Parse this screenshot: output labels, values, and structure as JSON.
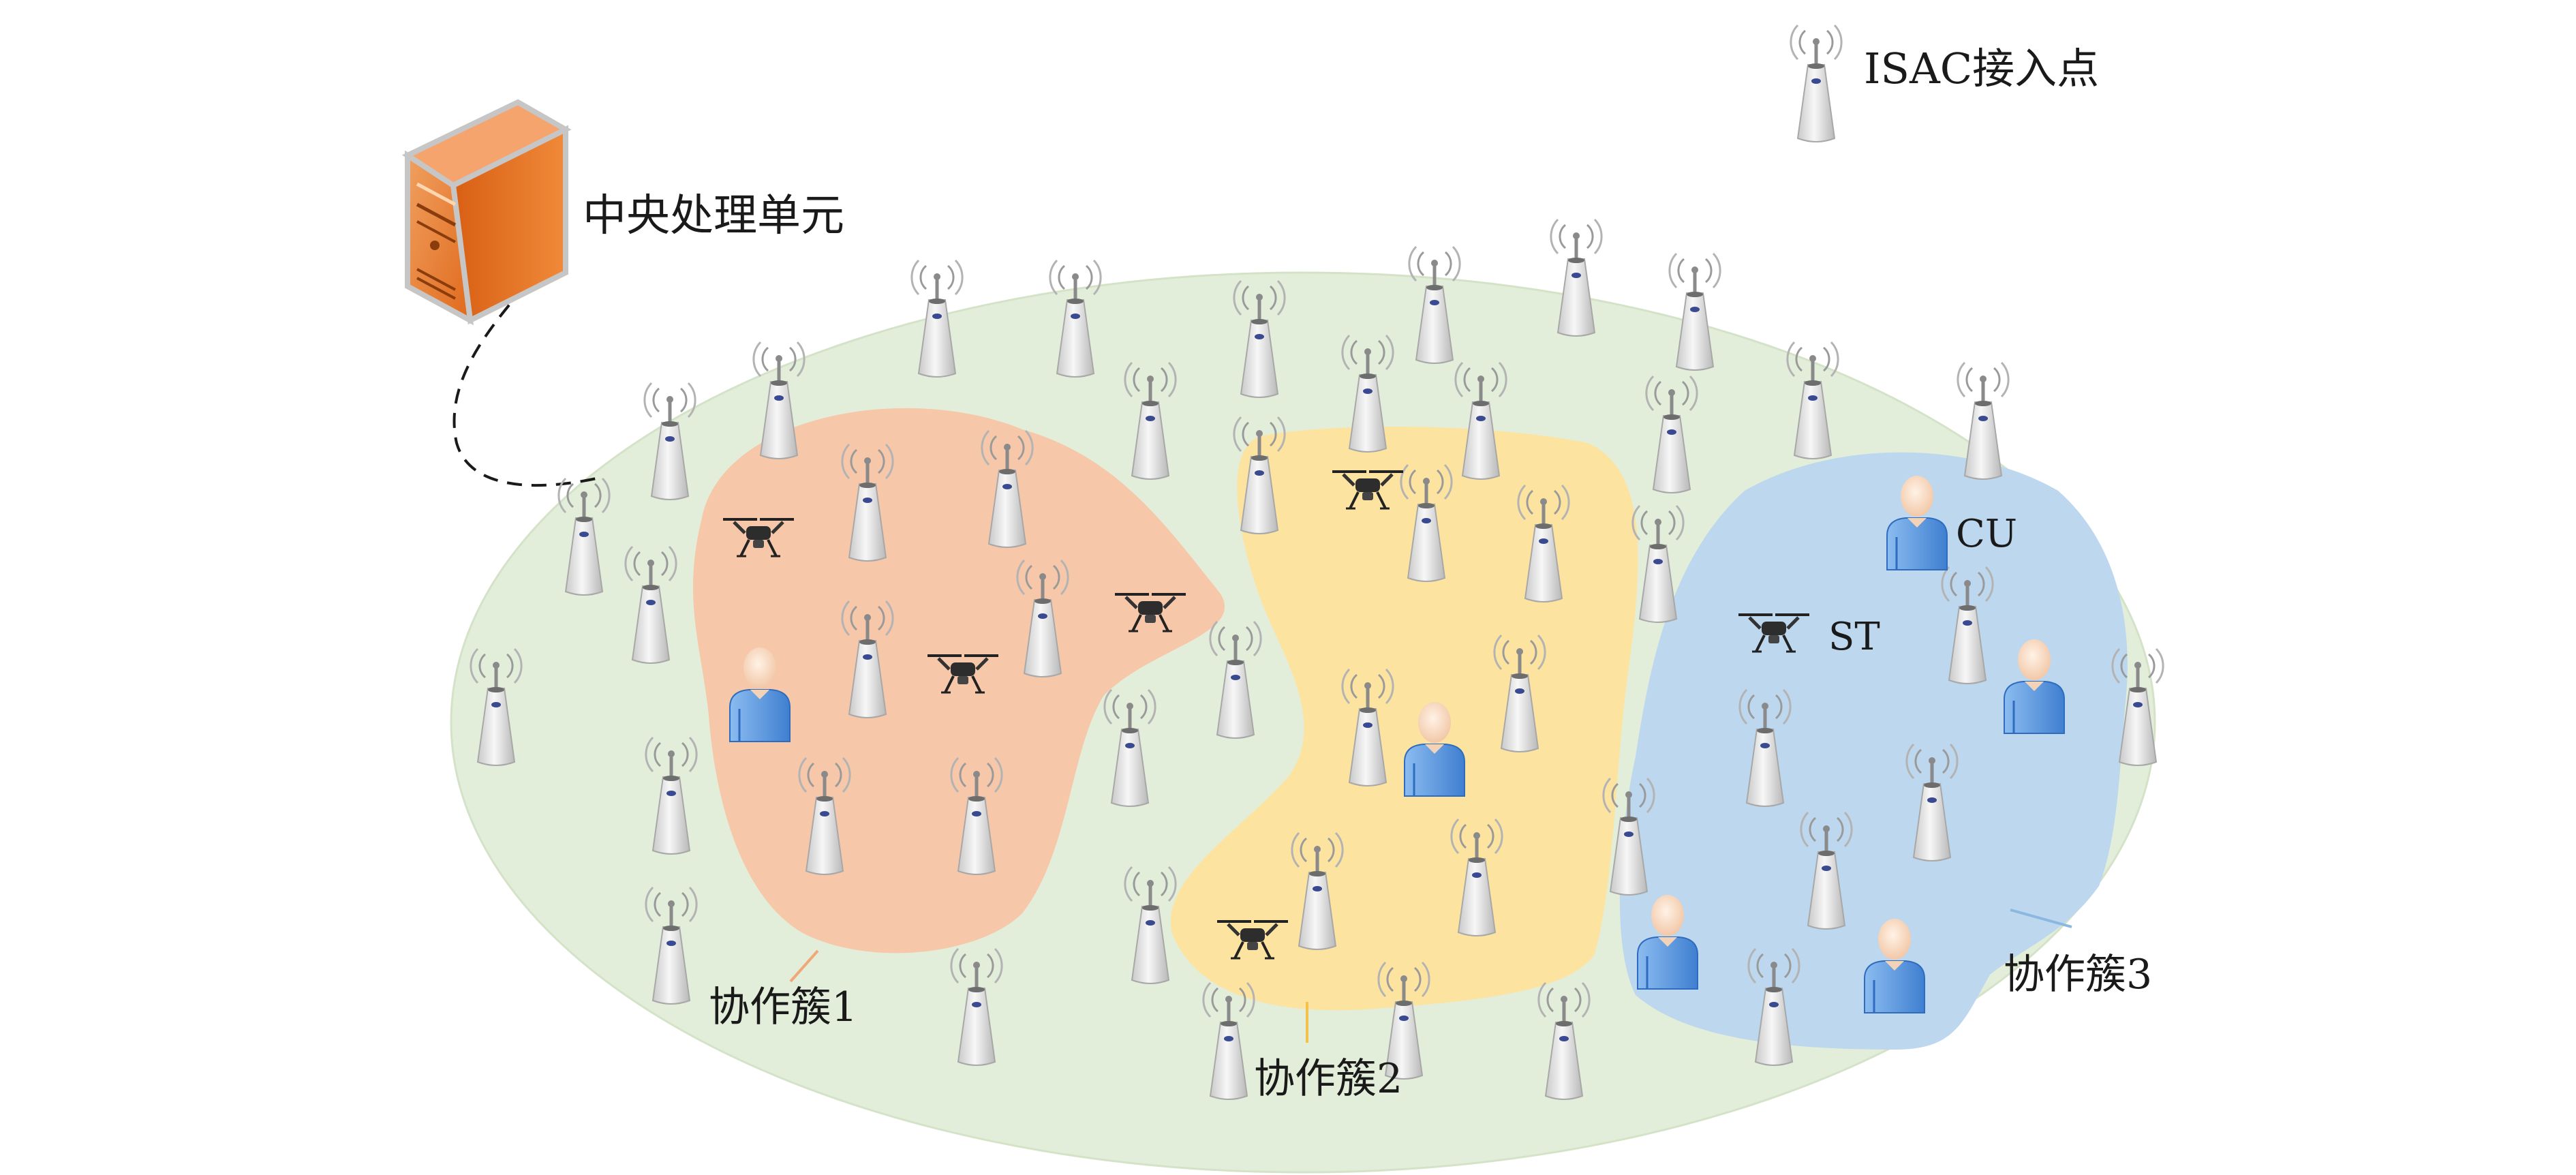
{
  "legend": {
    "ap_label": "ISAC接入点"
  },
  "cpu": {
    "label": "中央处理单元"
  },
  "clusters": [
    {
      "label": "协作簇1",
      "color": "#f6c7a8"
    },
    {
      "label": "协作簇2",
      "color": "#fde3a0"
    },
    {
      "label": "协作簇3",
      "color": "#bcd7ee"
    }
  ],
  "annotations": {
    "cu": "CU",
    "st": "ST"
  },
  "colors": {
    "field": "#e2eed9",
    "server": "#e8782a",
    "user_body": "#5b9ae0",
    "ap_body": "#e6e6e6"
  }
}
